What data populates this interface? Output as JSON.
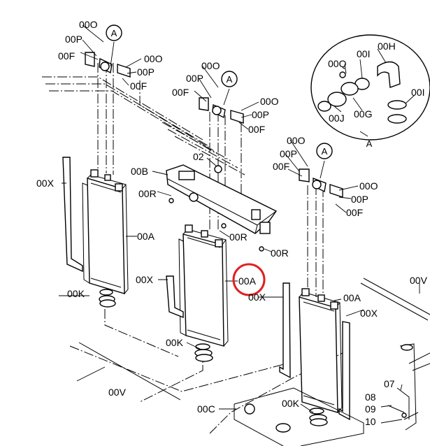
{
  "callouts": {
    "a1": "A",
    "a2": "A",
    "a3": "A",
    "detail": "A"
  },
  "labels": {
    "l00o_1": "00O",
    "l00p_1": "00P",
    "l00f_1": "00F",
    "l00o_2": "00O",
    "l00p_2": "00P",
    "l00f_2": "00F",
    "l00o_3": "00O",
    "l00p_3": "00P",
    "l00f_3": "00F",
    "l00o_4": "00O",
    "l00p_4": "00P",
    "l00f_4": "00F",
    "l00o_5": "00O",
    "l00p_5": "00P",
    "l00f_5": "00F",
    "l00o_6": "00O",
    "l00p_6": "00P",
    "l00f_6": "00F",
    "l02": "02",
    "l00b": "00B",
    "l00r_1": "00R",
    "l00r_2": "00R",
    "l00r_3": "00R",
    "l00x_1": "00X",
    "l00x_2": "00X",
    "l00x_3": "00X",
    "l00x_4": "00X",
    "l00a_1": "00A",
    "l00a_2": "00A",
    "l00a_3": "00A",
    "l00k_1": "00K",
    "l00k_2": "00K",
    "l00k_3": "00K",
    "l00v_1": "00V",
    "l00v_2": "00V",
    "l00c": "00C",
    "l07": "07",
    "l08": "08",
    "l09": "09",
    "l10": "10",
    "d00h": "00H",
    "d00q": "00Q",
    "d00i_1": "00I",
    "d00i_2": "00I",
    "d00j": "00J",
    "d00g": "00G"
  }
}
